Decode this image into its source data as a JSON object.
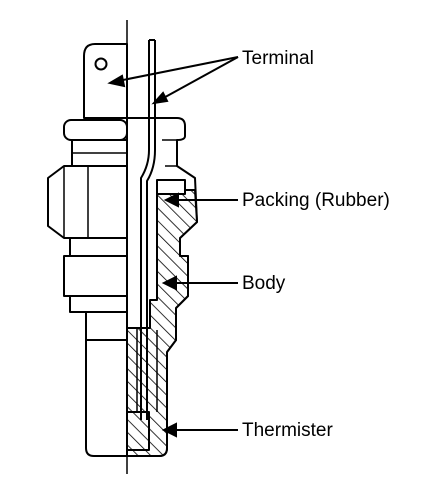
{
  "labels": {
    "terminal": "Terminal",
    "packing": "Packing (Rubber)",
    "body": "Body",
    "thermister": "Thermister"
  },
  "colors": {
    "ink": "#000000",
    "paper": "#ffffff"
  }
}
